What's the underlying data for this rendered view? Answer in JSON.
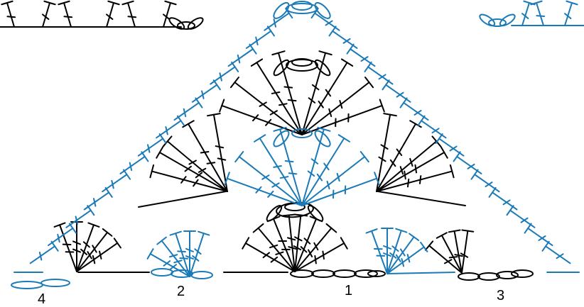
{
  "diagram": {
    "row_labels": {
      "row1": "1",
      "row2": "2",
      "row3": "3",
      "row4": "4"
    },
    "colors": {
      "stitch_black": "#000000",
      "stitch_blue": "#1a7ab8"
    }
  }
}
